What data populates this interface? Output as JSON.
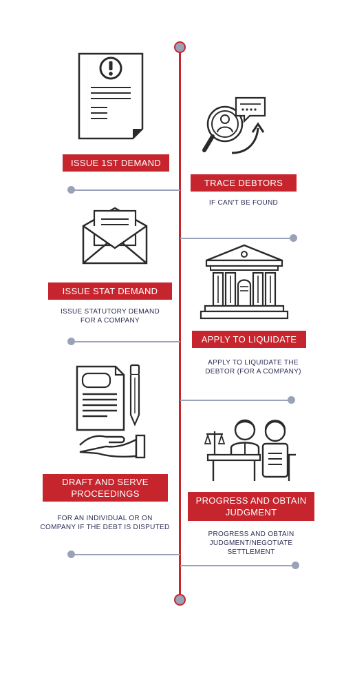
{
  "colors": {
    "accent": "#c6252e",
    "connector": "#9aa2b8",
    "icon": "#2a2a2a",
    "text": "#2b2d55"
  },
  "steps": [
    {
      "title": "ISSUE 1ST DEMAND",
      "description": "",
      "icon": "document-warning-icon",
      "side": "left"
    },
    {
      "title": "TRACE DEBTORS",
      "description": "IF CAN'T BE FOUND",
      "icon": "search-person-icon",
      "side": "right"
    },
    {
      "title": "ISSUE STAT DEMAND",
      "description_lines": [
        "ISSUE STATUTORY DEMAND",
        "FOR A COMPANY"
      ],
      "icon": "envelope-icon",
      "side": "left"
    },
    {
      "title": "APPLY TO LIQUIDATE",
      "description_lines": [
        "APPLY TO LIQUIDATE THE",
        "DEBTOR (FOR A COMPANY)"
      ],
      "icon": "courthouse-icon",
      "side": "right"
    },
    {
      "title_lines": [
        "DRAFT AND SERVE",
        "PROCEEDINGS"
      ],
      "description_lines": [
        "FOR AN INDIVIDUAL OR ON",
        "COMPANY IF THE DEBT IS DISPUTED"
      ],
      "icon": "hand-document-pen-icon",
      "side": "left"
    },
    {
      "title_lines": [
        "PROGRESS AND OBTAIN",
        "JUDGMENT"
      ],
      "description_lines": [
        "PROGRESS AND OBTAIN",
        "JUDGMENT/NEGOTIATE",
        "SETTLEMENT"
      ],
      "icon": "judge-courtroom-icon",
      "side": "right"
    }
  ]
}
